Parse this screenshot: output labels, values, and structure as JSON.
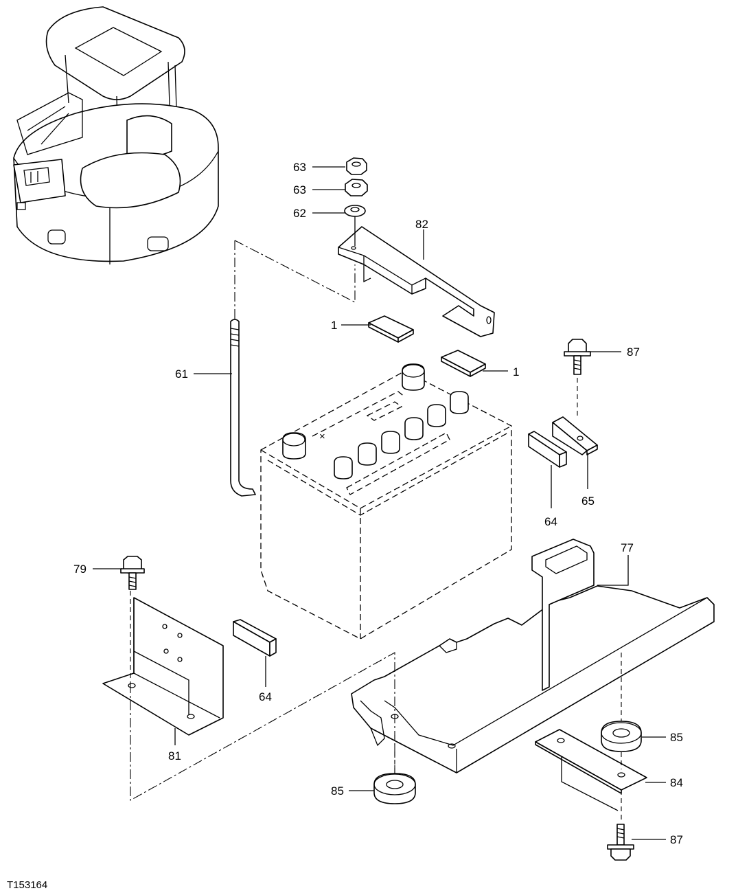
{
  "figure_id": "T153164",
  "callouts": [
    {
      "id": "c63a",
      "label": "63"
    },
    {
      "id": "c63b",
      "label": "63"
    },
    {
      "id": "c62",
      "label": "62"
    },
    {
      "id": "c82",
      "label": "82"
    },
    {
      "id": "c1a",
      "label": "1"
    },
    {
      "id": "c1b",
      "label": "1"
    },
    {
      "id": "c87a",
      "label": "87"
    },
    {
      "id": "c61",
      "label": "61"
    },
    {
      "id": "c64a",
      "label": "64"
    },
    {
      "id": "c65",
      "label": "65"
    },
    {
      "id": "c77",
      "label": "77"
    },
    {
      "id": "c79",
      "label": "79"
    },
    {
      "id": "c64b",
      "label": "64"
    },
    {
      "id": "c81",
      "label": "81"
    },
    {
      "id": "c85a",
      "label": "85"
    },
    {
      "id": "c85b",
      "label": "85"
    },
    {
      "id": "c84",
      "label": "84"
    },
    {
      "id": "c87b",
      "label": "87"
    }
  ]
}
